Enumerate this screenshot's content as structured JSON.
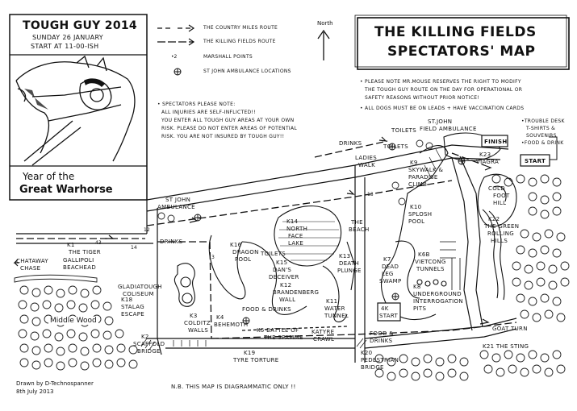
{
  "event": {
    "title": "TOUGH GUY 2014",
    "date": "SUNDAY 26 JANUARY",
    "start": "START AT 11-00-ISH",
    "year_line1": "Year of the",
    "year_line2": "Great Warhorse"
  },
  "map_title": {
    "line1": "THE KILLING FIELDS",
    "line2": "SPECTATORS' MAP"
  },
  "legend": {
    "country_miles": "THE COUNTRY MILES ROUTE",
    "killing_fields": "THE KILLING FIELDS ROUTE",
    "marshall_marker": "•2",
    "marshall": "MARSHALL POINTS",
    "ambulance": "ST JOHN AMBULANCE LOCATIONS",
    "north": "North"
  },
  "spectator_note": {
    "heading": "• SPECTATORS PLEASE NOTE:",
    "line1": "ALL INJURIES ARE SELF-INFLICTED!!",
    "line2": "YOU ENTER ALL TOUGH GUY AREAS AT YOUR OWN",
    "line3": "RISK. PLEASE DO NOT ENTER AREAS OF POTENTIAL",
    "line4": "RISK. YOU ARE NOT INSURED BY TOUGH GUY!!"
  },
  "notices": {
    "n1": "• PLEASE NOTE MR.MOUSE RESERVES THE RIGHT TO MODIFY",
    "n2": "THE TOUGH GUY ROUTE ON THE DAY FOR OPERATIONAL OR",
    "n3": "SAFETY REASONS WITHOUT PRIOR NOTICE!",
    "n4": "• ALL DOGS MUST BE ON LEADS + HAVE VACCINATION CARDS"
  },
  "labels": {
    "toilets1": "TOILETS",
    "stjohn_field1": "ST.JOHN",
    "stjohn_field2": "FIELD AMBULANCE",
    "drinks1": "DRINKS",
    "toilets2": "TOILETS",
    "ladies1": "LADIES",
    "ladies2": "WALK",
    "k9a": "K9",
    "k9b": "SKYWALK &",
    "k9c": "PARADISE",
    "k9d": "CLIMB",
    "finish": "FINISH",
    "k23a": "K23",
    "k23b": "VIAGRA",
    "trouble1": "•TROUBLE DESK",
    "trouble2": "T-SHIRTS &",
    "trouble3": "SOUVENIRS",
    "trouble4": "•FOOD & DRINK",
    "start": "START",
    "cold1": "COLD",
    "cold2": "FOOT",
    "cold3": "HILL",
    "stjohn_amb1": "ST JOHN",
    "stjohn_amb2": "AMBULANCE",
    "k14a": "K14",
    "k14b": "NORTH",
    "k14c": "FACE",
    "k14d": "LAKE",
    "beach1": "THE",
    "beach2": "BEACH",
    "k10a": "K10",
    "k10b": "SPLOSH",
    "k10c": "POOL",
    "k22a": "K22",
    "k22b": "THE GREEN",
    "k22c": "ROLLING",
    "k22d": "HILLS",
    "k1a": "K1",
    "k1b": "THE TIGER",
    "drinks2": "DRINKS",
    "k16a": "K16",
    "k16b": "DRAGON",
    "k16c": "POOL",
    "toilets3": "TOILETS",
    "k15a": "K15",
    "k15b": "DAN'S",
    "k15c": "DECEIVER",
    "k13a": "K13",
    "k13b": "DEATH",
    "k13c": "PLUNGE",
    "k7a": "K7",
    "k7b": "DEAD",
    "k7c": "LEG",
    "k7d": "SWAMP",
    "k6a": "K6b",
    "k6b": "VIETCONG",
    "k6c": "TUNNELS",
    "chataway1": "CHATAWAY",
    "chataway2": "CHASE",
    "gallipoli1": "GALLIPOLI",
    "gallipoli2": "BEACHEAD",
    "gladiator1": "GLADIATOUGH",
    "gladiator2": "COLISEUM",
    "k12a": "K12",
    "k12b": "BRANDENBERG",
    "k12c": "WALL",
    "food1": "FOOD & DRINKS",
    "k11a": "K11",
    "k11b": "WATER",
    "k11c": "TUNNEL",
    "k8a": "K8",
    "k8b": "UNDERGROUND",
    "k8c": "INTERROGATION",
    "k8d": "PITS",
    "k18a": "K18",
    "k18b": "STALAG",
    "k18c": "ESCAPE",
    "middle_wood": "Middle Wood",
    "k3a": "K3",
    "k3b": "COLDITZ",
    "k3c": "WALLS",
    "k4a": "K4",
    "k4b": "BEHEMOTH",
    "k5a": "K5 BATTLE OF",
    "k5b": "THE SPAMME",
    "katyre1": "KATYRE",
    "katyre2": "CRAWL",
    "start4k1": "4K",
    "start4k2": "START",
    "food2a": "FOOD &",
    "food2b": "DRINKS",
    "goat": "GOAT TURN",
    "k2a": "K2",
    "k2b": "SCAFFOLD",
    "k2c": "BRIDGE",
    "k19a": "K19",
    "k19b": "TYRE TORTURE",
    "k20a": "K20",
    "k20b": "PEDESTRIAN",
    "k20c": "BRIDGE",
    "k21": "K21 THE STING",
    "m12": "12",
    "m13": "13",
    "m14": "14",
    "m3": "3",
    "m43": "43"
  },
  "footer": {
    "drawn1": "Drawn by D-Technospanner",
    "drawn2": "8th July 2013",
    "nb": "N.B.  THIS MAP IS DIAGRAMMATIC ONLY !!"
  }
}
